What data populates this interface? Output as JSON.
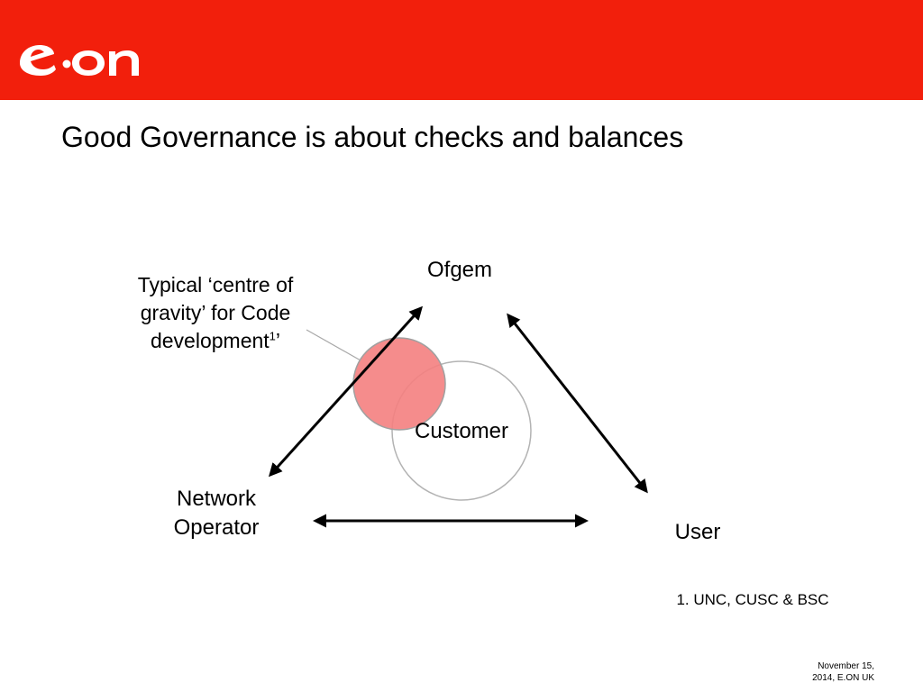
{
  "brand": {
    "logo_text": "e·on",
    "header_color": "#f21f0c"
  },
  "slide": {
    "title": "Good Governance is about checks and balances"
  },
  "diagram": {
    "nodes": {
      "ofgem": "Ofgem",
      "network_operator": "Network Operator",
      "user": "User",
      "customer": "Customer"
    },
    "callout": {
      "text": "Typical ‘centre of gravity’ for Code development",
      "superscript": "1",
      "closing_quote": "’"
    },
    "highlight_color": "#f48080",
    "arrow_color": "#000000"
  },
  "footnote": {
    "text": "1.  UNC, CUSC  & BSC"
  },
  "footer": {
    "date": "November 15, 2014, E.ON UK"
  }
}
